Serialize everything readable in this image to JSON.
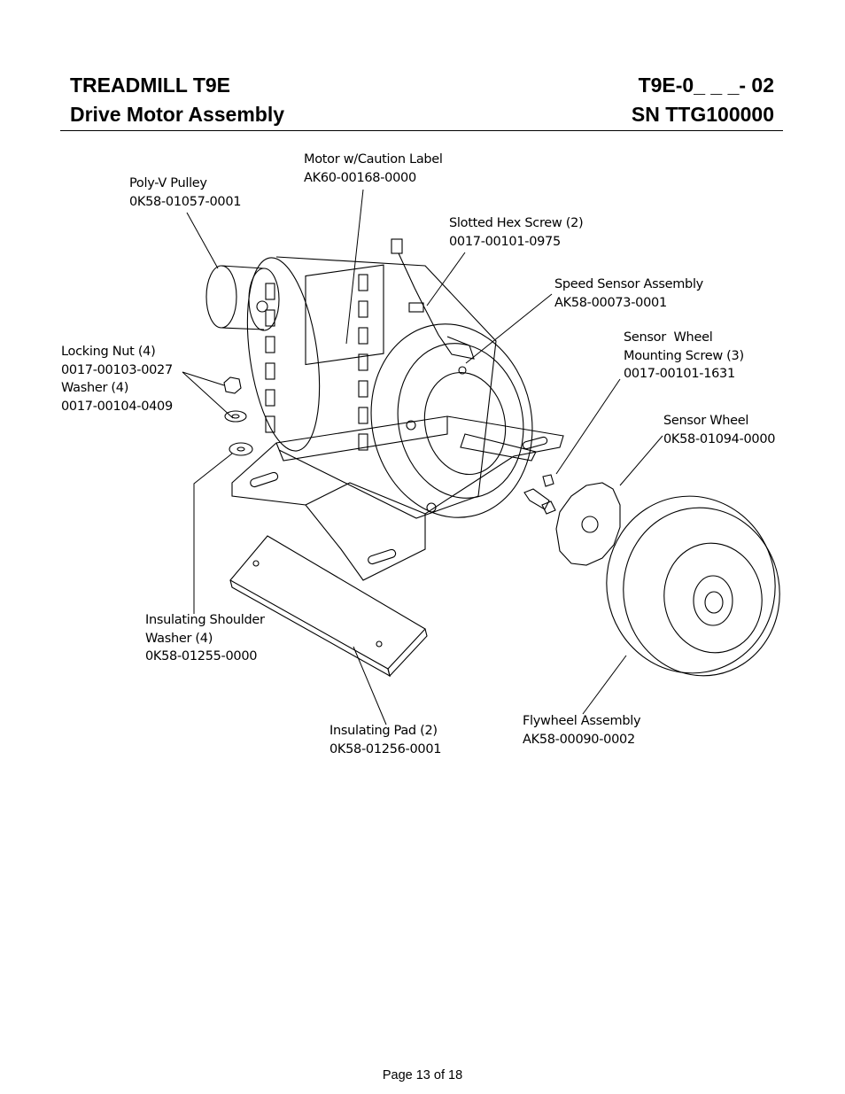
{
  "header": {
    "left_line1": "TREADMILL T9E",
    "left_line2": "Drive Motor Assembly",
    "right_line1": "T9E-0_ _ _- 02",
    "right_line2": "SN TTG100000"
  },
  "parts": {
    "motor": {
      "name": "Motor w/Caution Label",
      "pn": "AK60-00168-0000"
    },
    "pulley": {
      "name": "Poly-V Pulley",
      "pn": "0K58-01057-0001"
    },
    "hex_screw": {
      "name": "Slotted Hex Screw (2)",
      "pn": "0017-00101-0975"
    },
    "speed_sensor": {
      "name": "Speed Sensor Assembly",
      "pn": "AK58-00073-0001"
    },
    "sensor_screw": {
      "name1": "Sensor  Wheel",
      "name2": "Mounting Screw (3)",
      "pn": "0017-00101-1631"
    },
    "locking_nut": {
      "name": "Locking Nut (4)",
      "pn": "0017-00103-0027",
      "washer_name": "Washer (4)",
      "washer_pn": "0017-00104-0409"
    },
    "sensor_wheel": {
      "name": "Sensor Wheel",
      "pn": "0K58-01094-0000"
    },
    "shoulder_washer": {
      "name1": "Insulating Shoulder",
      "name2": "Washer (4)",
      "pn": "0K58-01255-0000"
    },
    "flywheel": {
      "name": "Flywheel Assembly",
      "pn": "AK58-00090-0002"
    },
    "pad": {
      "name": "Insulating Pad (2)",
      "pn": "0K58-01256-0001"
    }
  },
  "footer": {
    "page": "Page 13 of 18"
  }
}
